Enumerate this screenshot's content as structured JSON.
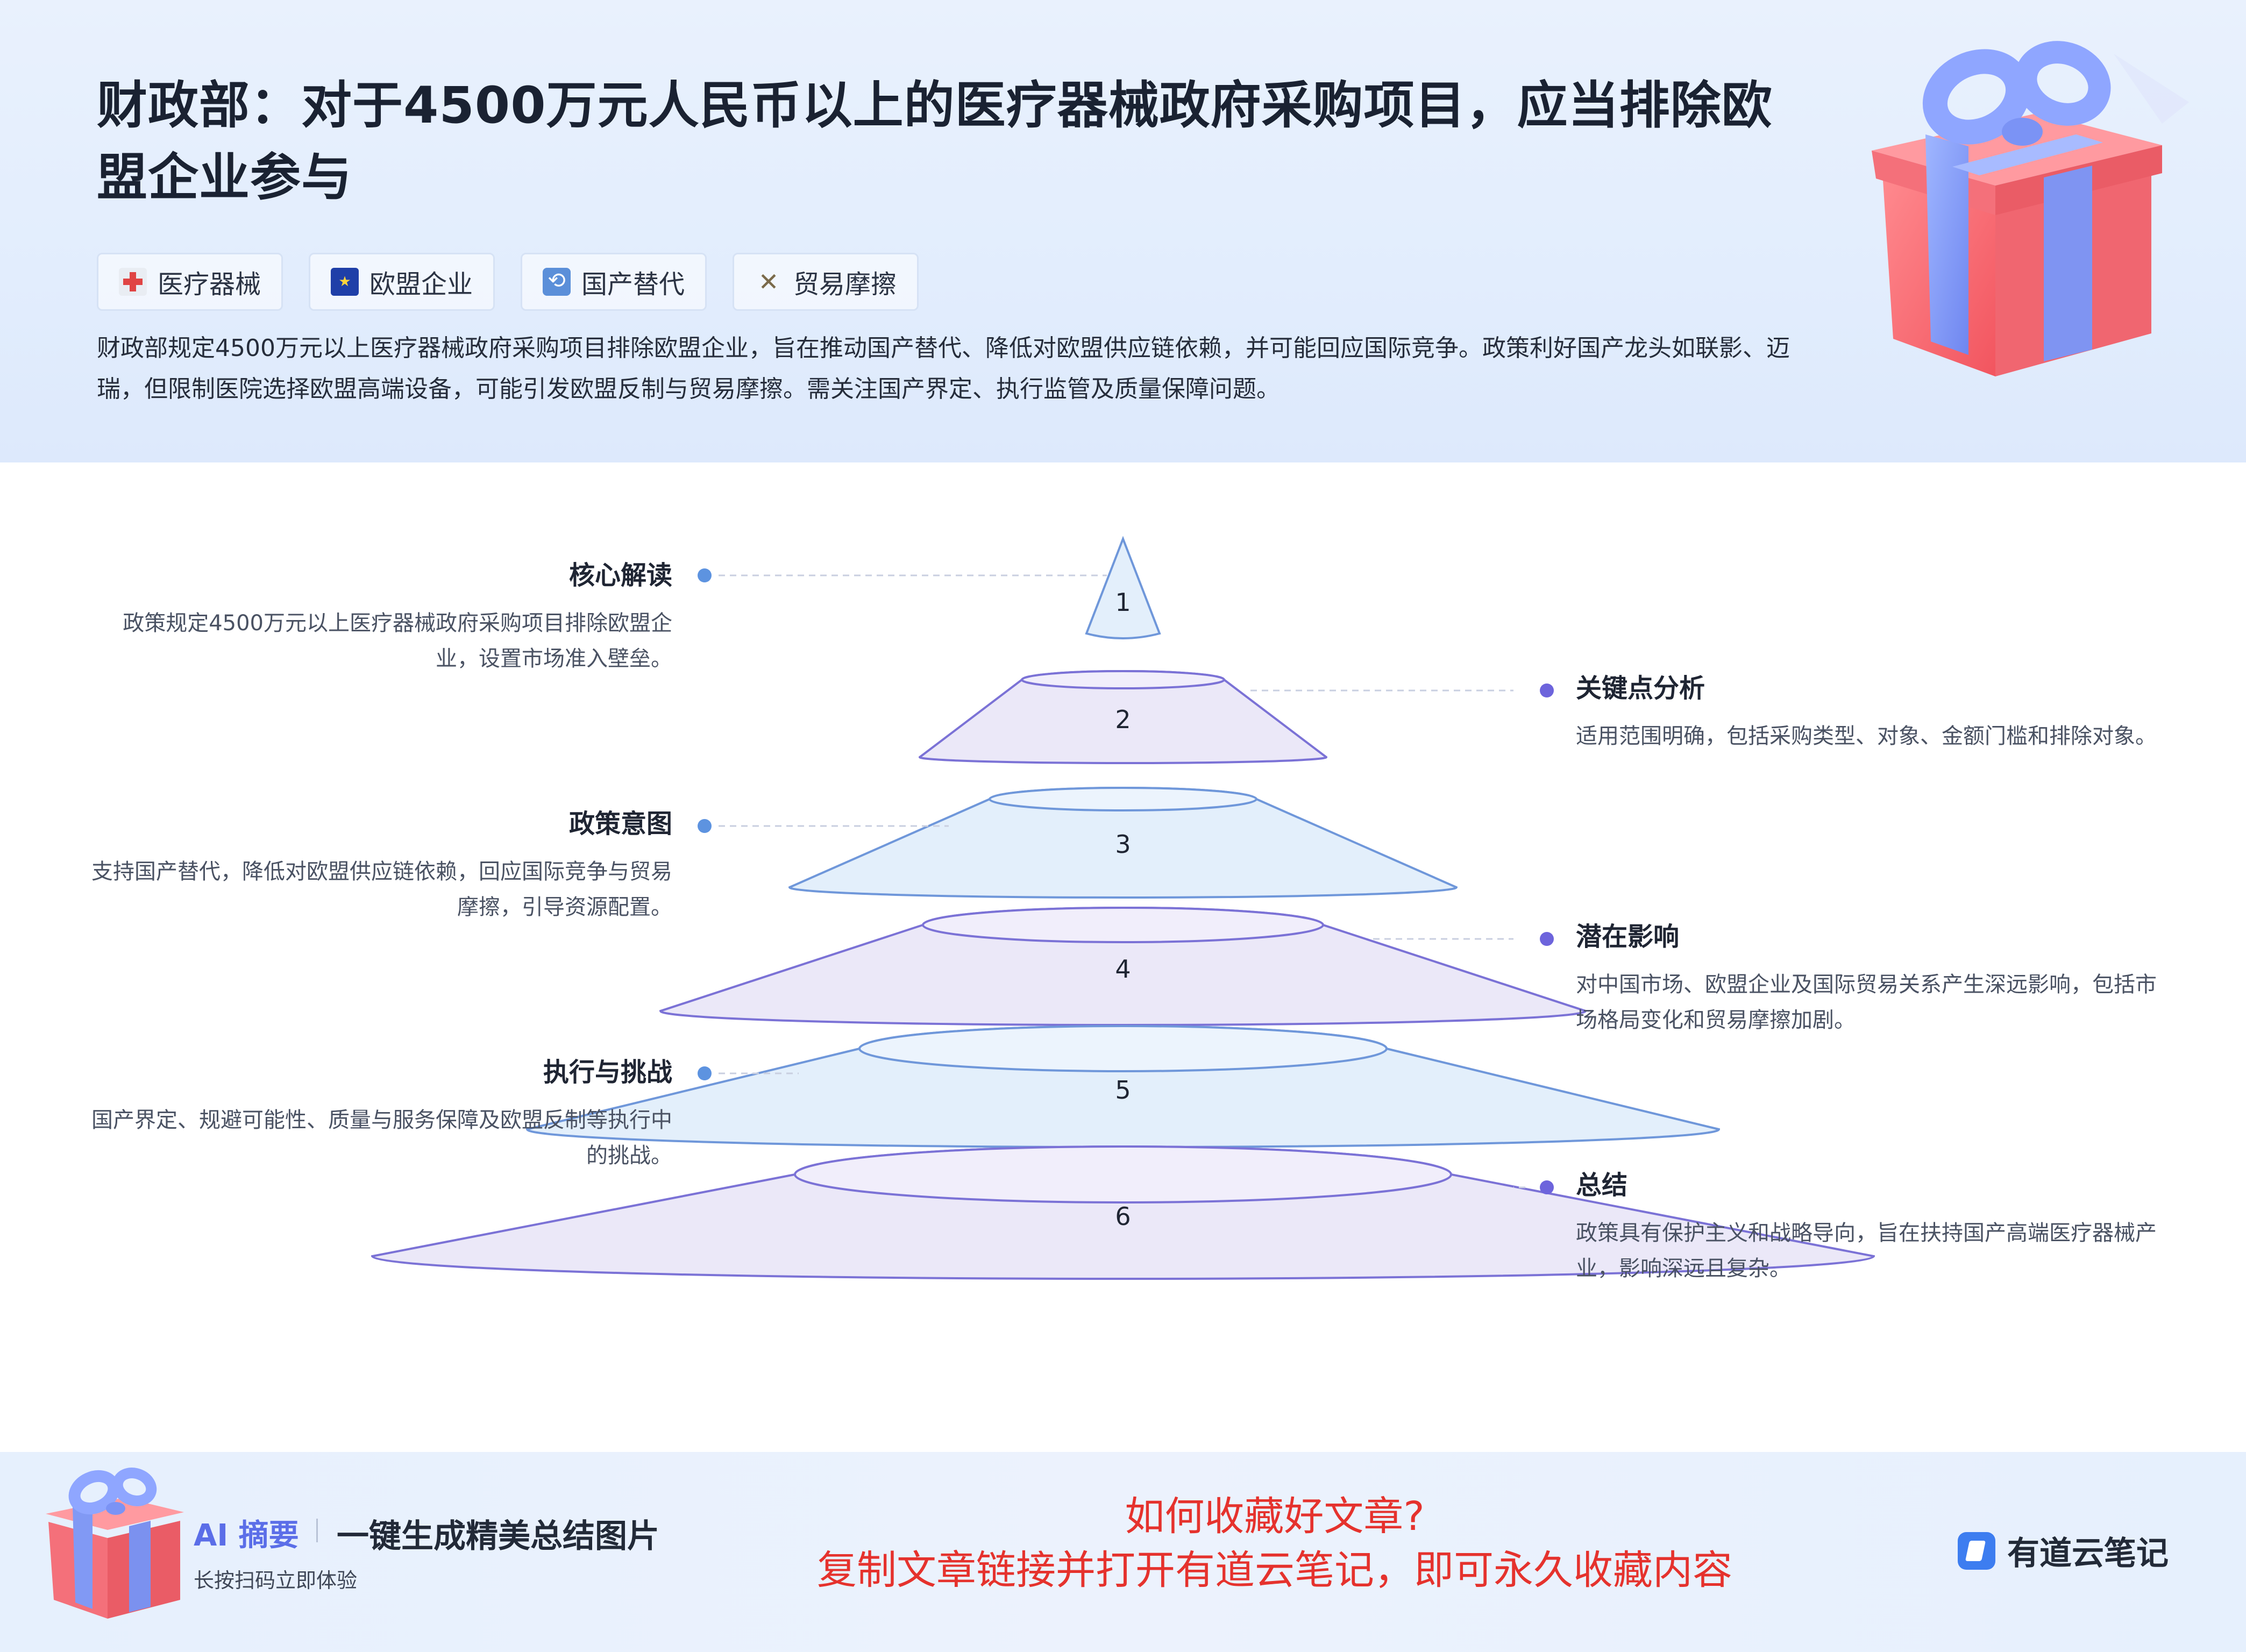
{
  "header": {
    "title": "财政部：对于4500万元人民币以上的医疗器械政府采购项目，应当排除欧盟企业参与",
    "tags": [
      {
        "icon": "hospital-icon",
        "label": "医疗器械"
      },
      {
        "icon": "eu-flag-icon",
        "label": "欧盟企业"
      },
      {
        "icon": "swap-icon",
        "label": "国产替代"
      },
      {
        "icon": "crossed-swords-icon",
        "label": "贸易摩擦"
      }
    ],
    "summary": "财政部规定4500万元以上医疗器械政府采购项目排除欧盟企业，旨在推动国产替代、降低对欧盟供应链依赖，并可能回应国际竞争。政策利好国产龙头如联影、迈瑞，但限制医院选择欧盟高端设备，可能引发欧盟反制与贸易摩擦。需关注国产界定、执行监管及质量保障问题。"
  },
  "diagram": {
    "levels": [
      "1",
      "2",
      "3",
      "4",
      "5",
      "6"
    ],
    "items": [
      {
        "level": 1,
        "side": "left",
        "title": "核心解读",
        "desc": "政策规定4500万元以上医疗器械政府采购项目排除欧盟企业，设置市场准入壁垒。"
      },
      {
        "level": 2,
        "side": "right",
        "title": "关键点分析",
        "desc": "适用范围明确，包括采购类型、对象、金额门槛和排除对象。"
      },
      {
        "level": 3,
        "side": "left",
        "title": "政策意图",
        "desc": "支持国产替代，降低对欧盟供应链依赖，回应国际竞争与贸易摩擦，引导资源配置。"
      },
      {
        "level": 4,
        "side": "right",
        "title": "潜在影响",
        "desc": "对中国市场、欧盟企业及国际贸易关系产生深远影响，包括市场格局变化和贸易摩擦加剧。"
      },
      {
        "level": 5,
        "side": "left",
        "title": "执行与挑战",
        "desc": "国产界定、规避可能性、质量与服务保障及欧盟反制等执行中的挑战。"
      },
      {
        "level": 6,
        "side": "right",
        "title": "总结",
        "desc": "政策具有保护主义和战略导向，旨在扶持国产高端医疗器械产业，影响深远且复杂。"
      }
    ],
    "colors": {
      "blue_fill": "#e3effb",
      "purple_fill": "#ebe8f8",
      "blue_stroke": "#6f97da",
      "purple_stroke": "#7b72d6",
      "left_dot": "#5d93e0",
      "right_dot": "#6d64dc"
    }
  },
  "footer": {
    "ai_logo": "AI 摘要",
    "slogan": "一键生成精美总结图片",
    "sub": "长按扫码立即体验",
    "howto_question": "如何收藏好文章?",
    "howto_answer": "复制文章链接并打开有道云笔记，即可永久收藏内容",
    "brand": "有道云笔记"
  }
}
